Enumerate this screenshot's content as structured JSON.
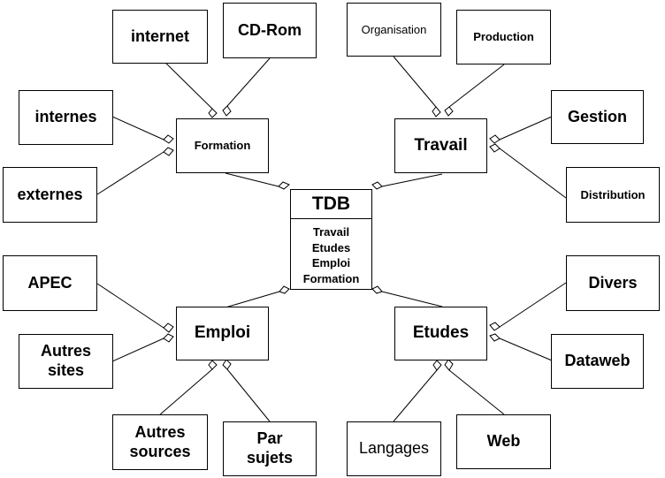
{
  "center": {
    "title": "TDB",
    "attributes": [
      "Travail",
      "Etudes",
      "Emploi",
      "Formation"
    ]
  },
  "hubs": {
    "formation": "Formation",
    "travail": "Travail",
    "emploi": "Emploi",
    "etudes": "Etudes"
  },
  "leaves": {
    "internet": "internet",
    "cdrom": "CD-Rom",
    "internes": "internes",
    "externes": "externes",
    "organisation": "Organisation",
    "production": "Production",
    "gestion": "Gestion",
    "distribution": "Distribution",
    "apec": "APEC",
    "autres_sites": "Autres\nsites",
    "autres_sources": "Autres\nsources",
    "par_sujets": "Par\nsujets",
    "divers": "Divers",
    "dataweb": "Dataweb",
    "langages": "Langages",
    "web": "Web"
  }
}
